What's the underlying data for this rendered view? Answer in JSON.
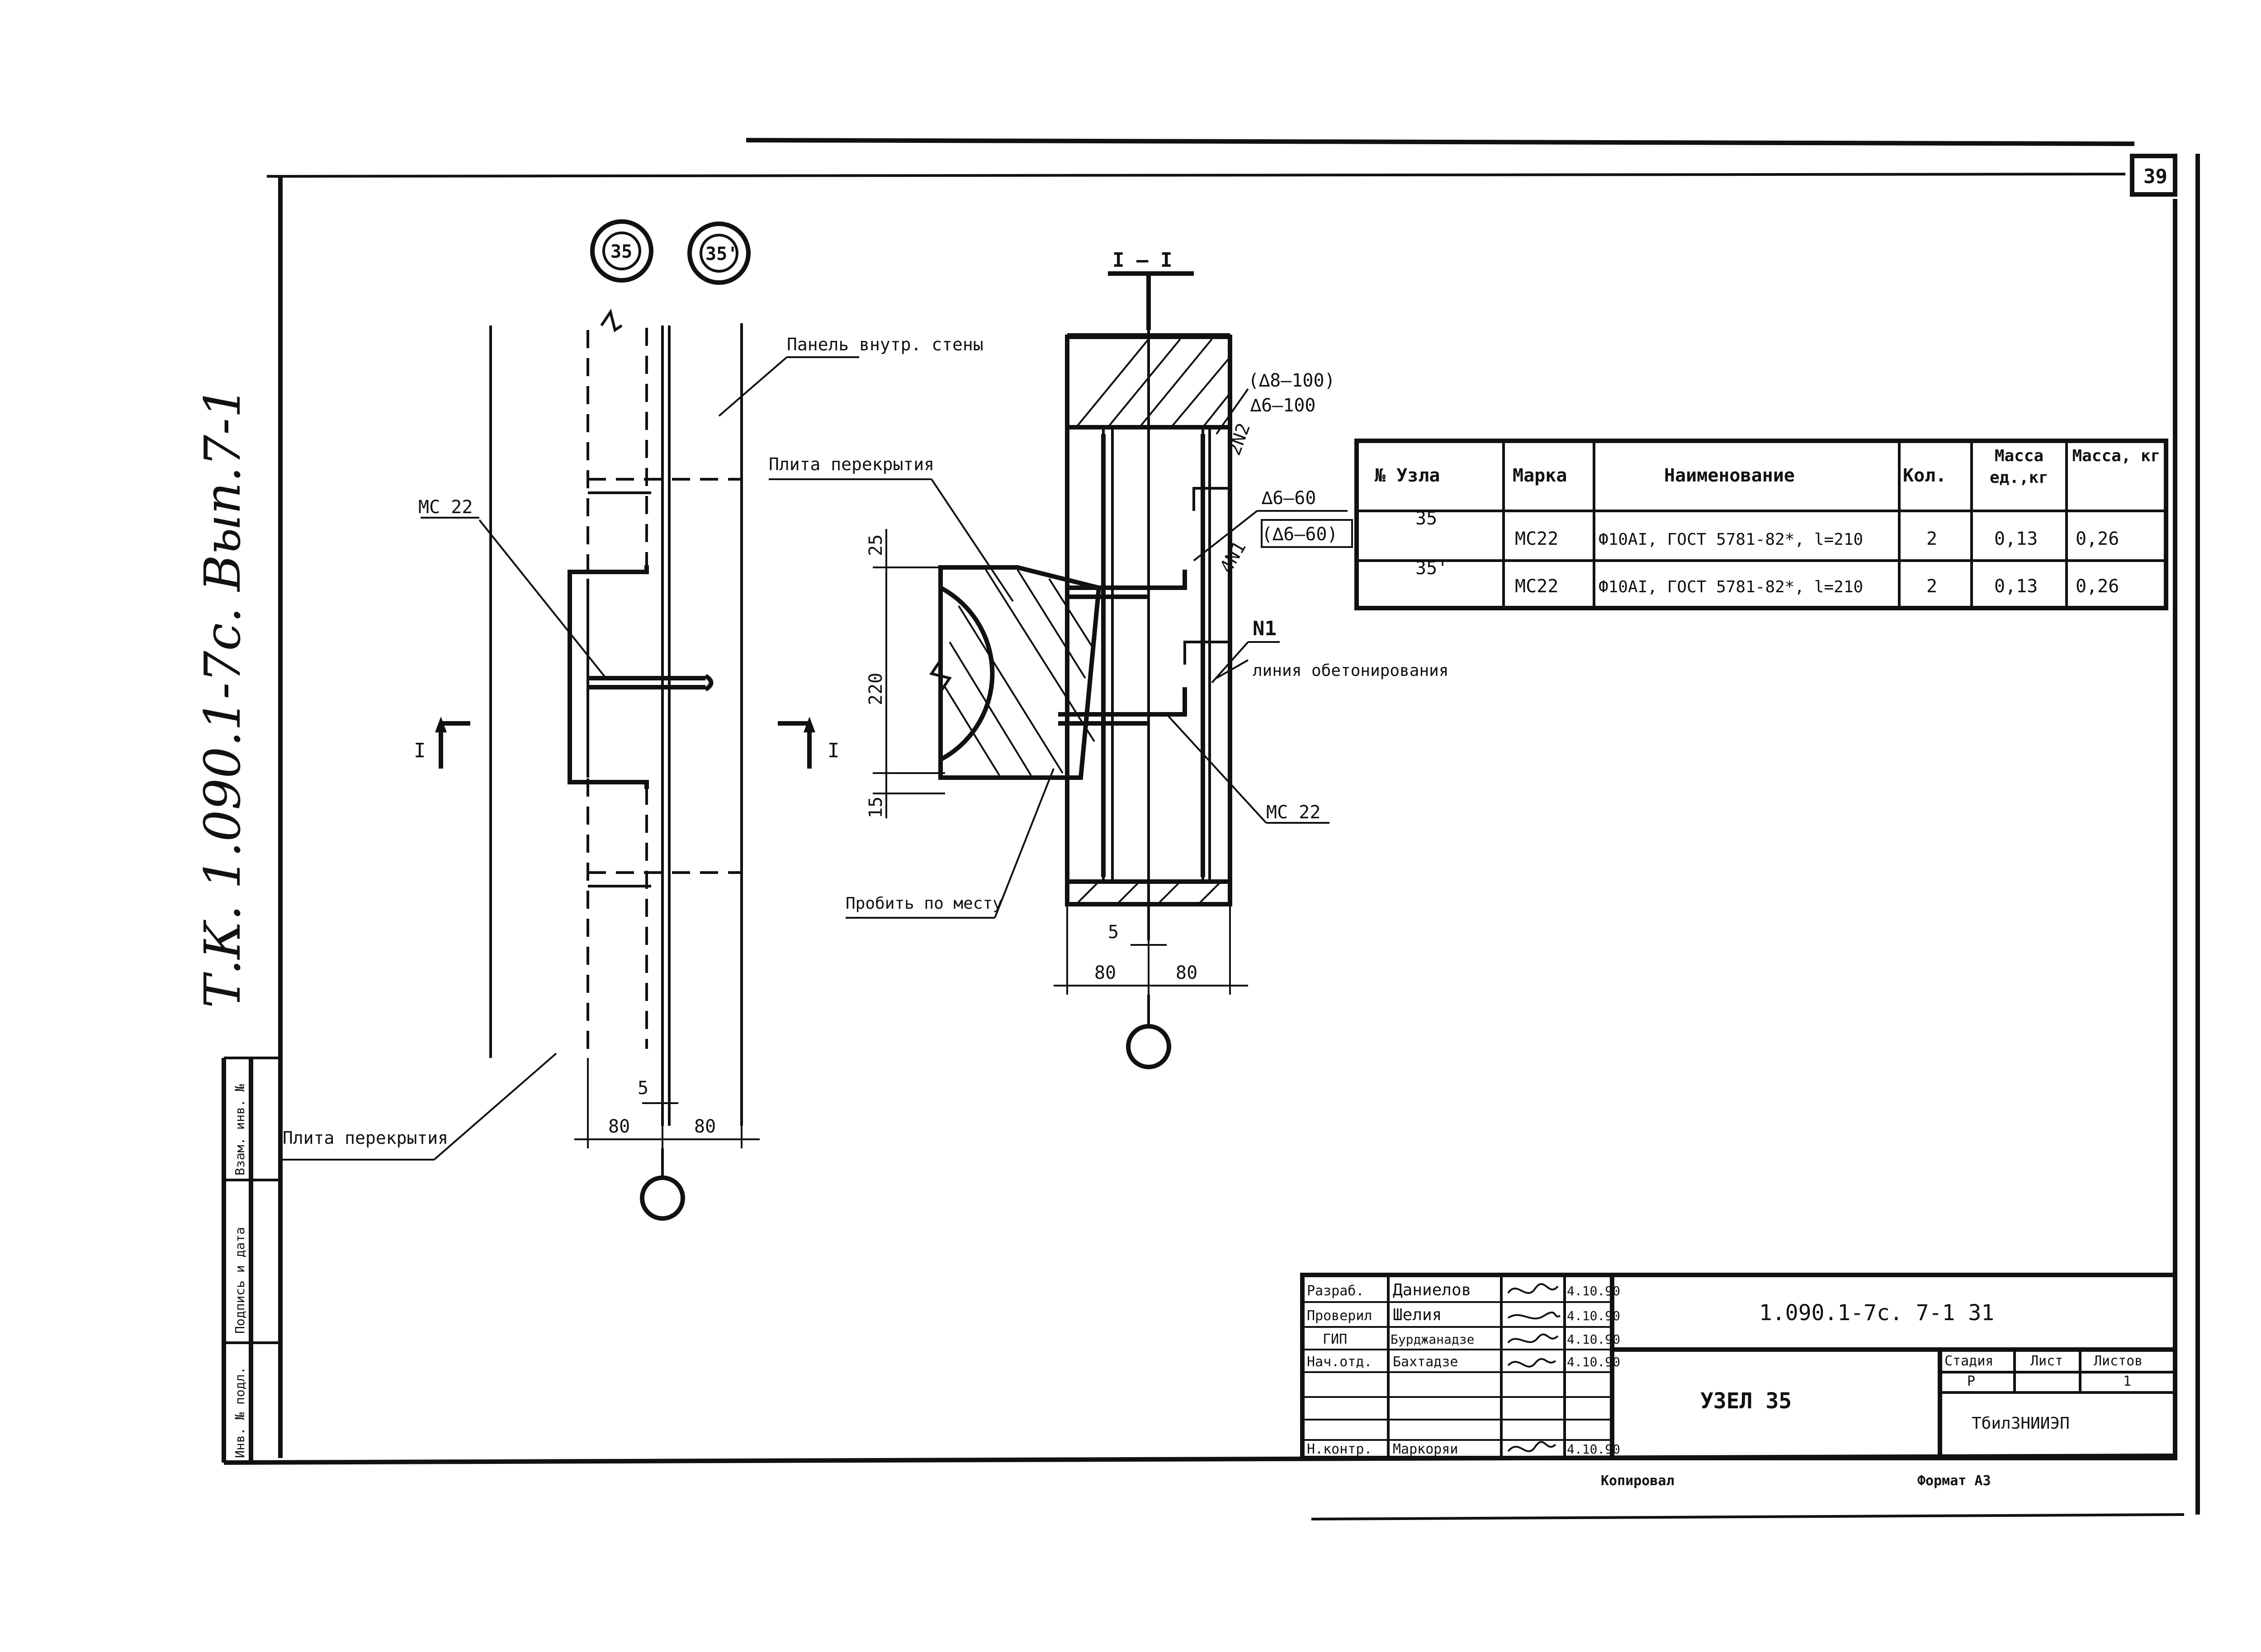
{
  "sheet": {
    "number": "39",
    "side_annotation": "Т.К. 1.090.1-7с. Вып.7-1",
    "copied_label": "Копировал",
    "format_label": "Формат А3"
  },
  "node_markers": {
    "node_a": "35",
    "node_b": "35'"
  },
  "section": {
    "title": "I – I",
    "cut_label": "I"
  },
  "left_view": {
    "label_wall_panel": "Панель внутр. стены",
    "label_mc": "МС 22",
    "label_slab_bottom": "Плита перекрытия",
    "dim_5": "5",
    "dim_80_left": "80",
    "dim_80_right": "80"
  },
  "section_view": {
    "label_slab": "Плита перекрытия",
    "rebar_top_a": "(∆8–100)",
    "rebar_top_b": "∆6–100",
    "rebar_2n2": "2N2",
    "rebar_mid_a": "∆6–60",
    "rebar_mid_b": "(∆6–60)",
    "rebar_4n1": "4N1",
    "label_n1": "N1",
    "label_concrete": "линия обетонирования",
    "label_mc": "МС 22",
    "label_drill": "Пробить по месту",
    "dim_25": "25",
    "dim_220": "220",
    "dim_15": "15",
    "dim_5": "5",
    "dim_80_left": "80",
    "dim_80_right": "80"
  },
  "spec_table": {
    "headers": [
      "№ Узла",
      "Марка",
      "Наименование",
      "Кол.",
      "Масса ед.,кг",
      "Масса, кг"
    ],
    "rows": [
      [
        "35",
        "МС22",
        "Ф10АI, ГОСТ 5781-82*, l=210",
        "2",
        "0,13",
        "0,26"
      ],
      [
        "35'",
        "МС22",
        "Ф10АI, ГОСТ 5781-82*, l=210",
        "2",
        "0,13",
        "0,26"
      ]
    ]
  },
  "title_block": {
    "roles": [
      "Разраб.",
      "Проверил",
      "ГИП",
      "Нач.отд.",
      "",
      "",
      "Н.контр."
    ],
    "names": [
      "Даниелов",
      "Шелия",
      "Бурджанадзе",
      "Бахтадзе",
      "",
      "",
      "Маркоряи"
    ],
    "dates": [
      "4.10.90",
      "4.10.90",
      "4.10.90",
      "4.10.90",
      "",
      "",
      "4.10.90"
    ],
    "designation": "1.090.1-7с. 7-1 31",
    "drawing_title": "УЗЕЛ 35",
    "stage_label": "Стадия",
    "sheet_label": "Лист",
    "sheets_label": "Листов",
    "stage_value": "Р",
    "sheets_value": "1",
    "organization": "ТбилЗНИИЭП"
  },
  "side_stamp": {
    "cells": [
      "Взам. инв. №",
      "Подпись и дата",
      "Инв. № подл."
    ]
  }
}
